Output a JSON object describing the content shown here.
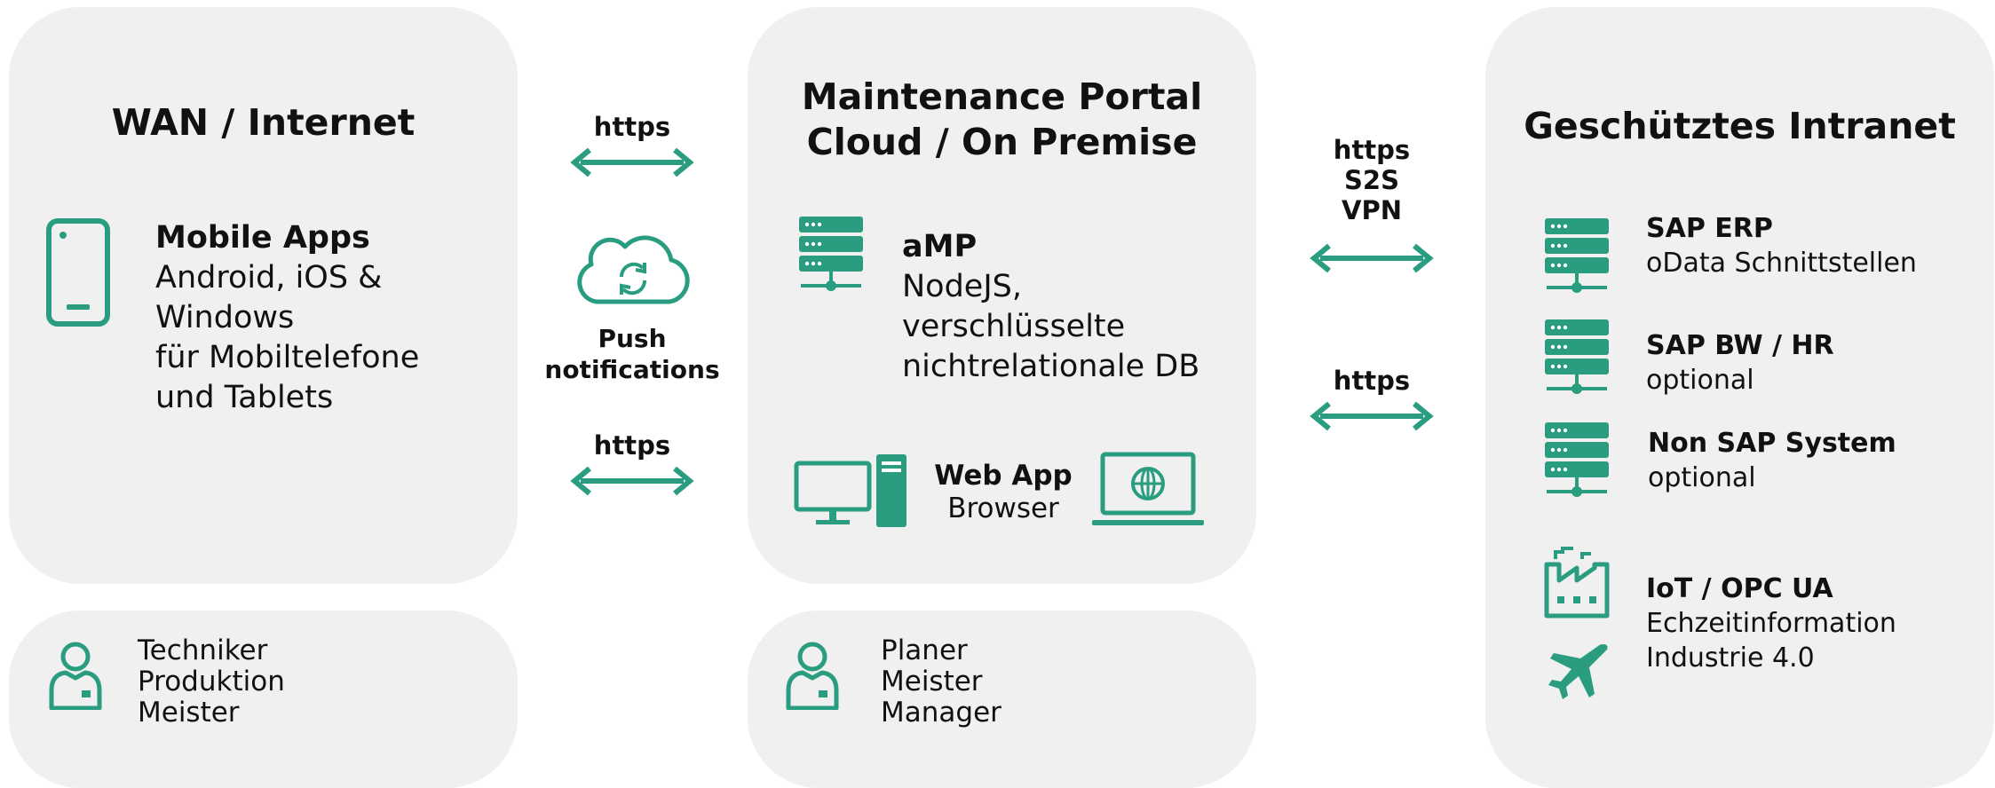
{
  "colors": {
    "accent": "#2a9d80",
    "panel_bg": "#f0f0f0",
    "text": "#111111"
  },
  "wan": {
    "title": "WAN / Internet",
    "mobile_title": "Mobile Apps",
    "mobile_line1": "Android, iOS &",
    "mobile_line2": "Windows",
    "mobile_line3": "für Mobiltelefone",
    "mobile_line4": "und Tablets",
    "icon": "smartphone-icon"
  },
  "wan_users": {
    "icon": "user-icon",
    "line1": "Techniker",
    "line2": "Produktion",
    "line3": "Meister"
  },
  "left_links": {
    "top_label": "https",
    "push_line1": "Push",
    "push_line2": "notifications",
    "push_icon": "cloud-sync-icon",
    "bottom_label": "https"
  },
  "portal": {
    "title_line1": "Maintenance Portal",
    "title_line2": "Cloud / On Premise",
    "server_icon": "server-icon",
    "amp_title": "aMP",
    "amp_line1": "NodeJS,",
    "amp_line2": "verschlüsselte",
    "amp_line3": "nichtrelationale DB",
    "webapp_title": "Web App",
    "webapp_sub": "Browser",
    "desktop_icon": "desktop-computer-icon",
    "laptop_icon": "laptop-globe-icon"
  },
  "portal_users": {
    "icon": "user-icon",
    "line1": "Planer",
    "line2": "Meister",
    "line3": "Manager"
  },
  "right_links": {
    "top_line1": "https",
    "top_line2": "S2S",
    "top_line3": "VPN",
    "bottom_label": "https"
  },
  "intranet": {
    "title": "Geschütztes Intranet",
    "items": [
      {
        "title": "SAP ERP",
        "sub": "oData Schnittstellen",
        "icon": "server-icon"
      },
      {
        "title": "SAP BW / HR",
        "sub": "optional",
        "icon": "server-icon"
      },
      {
        "title": "Non SAP System",
        "sub": "optional",
        "icon": "server-icon"
      }
    ],
    "iot_title": "IoT / OPC UA",
    "iot_line1": "Echzeitinformation",
    "iot_line2": "Industrie 4.0",
    "factory_icon": "factory-icon",
    "plane_icon": "airplane-icon"
  }
}
